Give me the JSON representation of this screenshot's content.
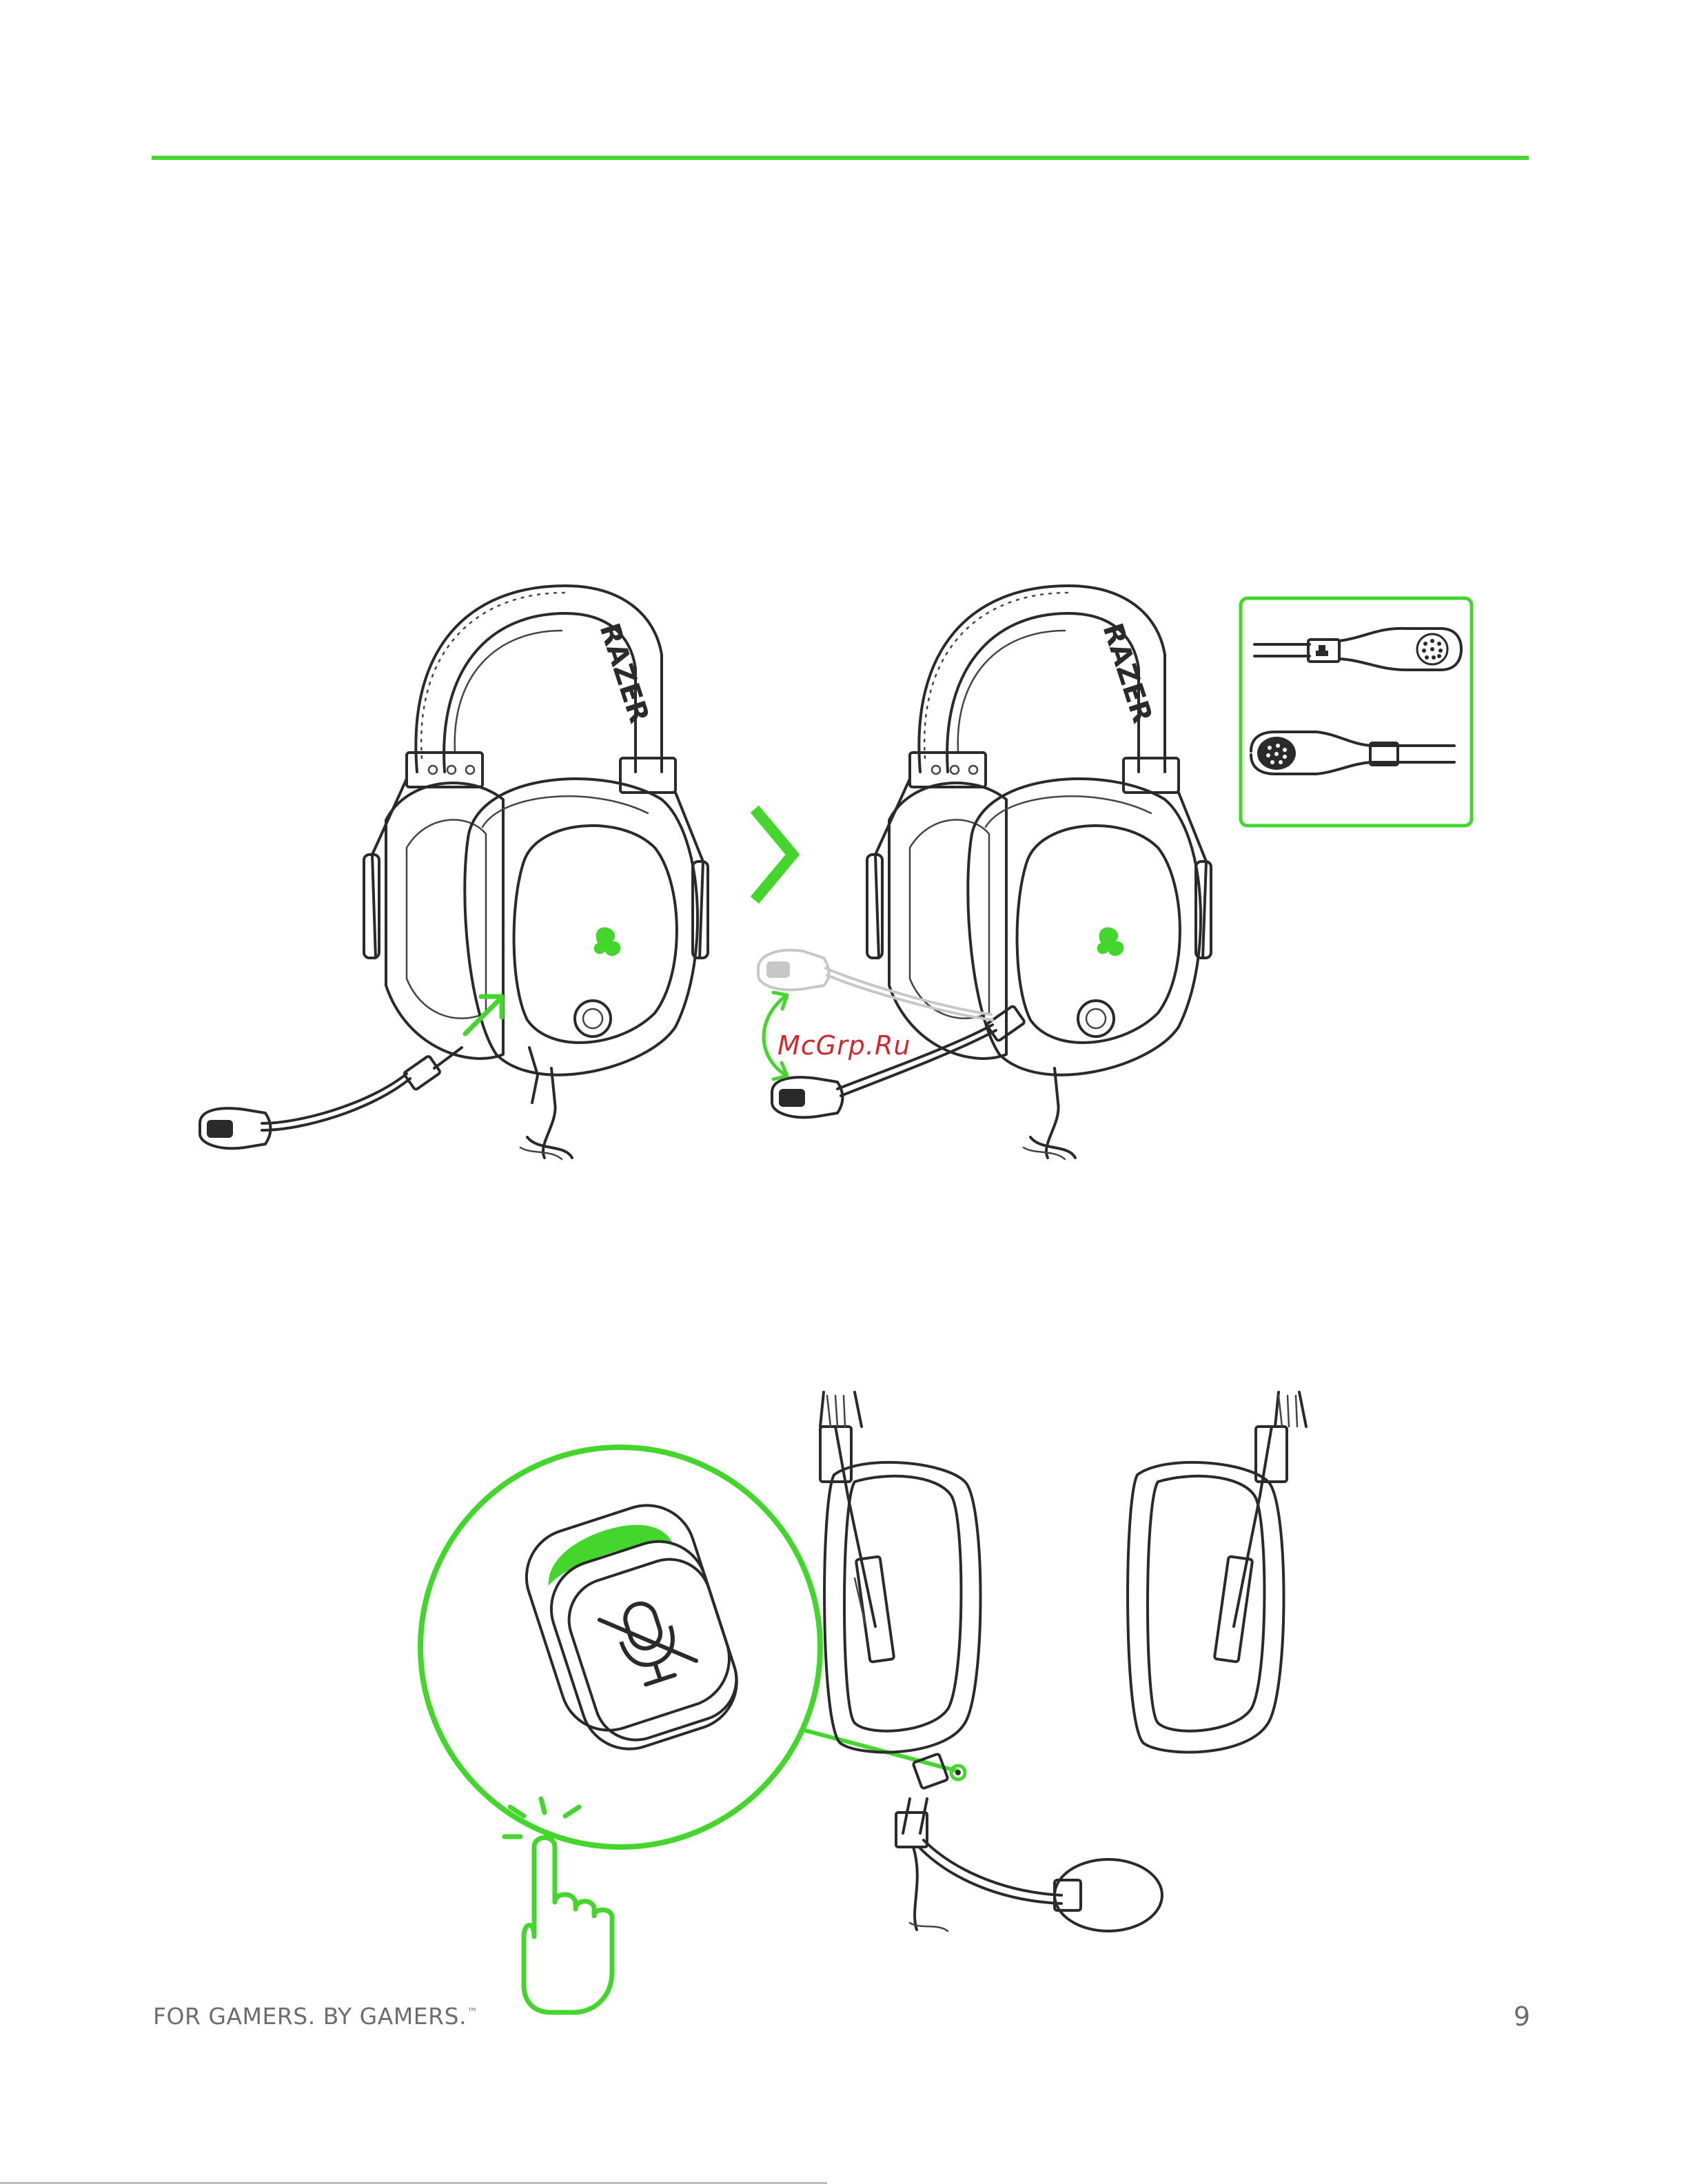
{
  "colors": {
    "accent": "#44d62c",
    "ink": "#2a2a2a",
    "footer_text": "#6d6d6d",
    "watermark": "#d0282c"
  },
  "headset_logo_text": "RAZER",
  "watermark": "McGrp.Ru",
  "footer": {
    "slogan": "FOR GAMERS. BY GAMERS.",
    "trademark": "™",
    "page_number": "9"
  },
  "icons": {
    "step_arrow": "chevron-right-icon",
    "rotate": "curved-double-arrow-icon",
    "mute": "mic-mute-icon",
    "press": "finger-press-icon"
  }
}
